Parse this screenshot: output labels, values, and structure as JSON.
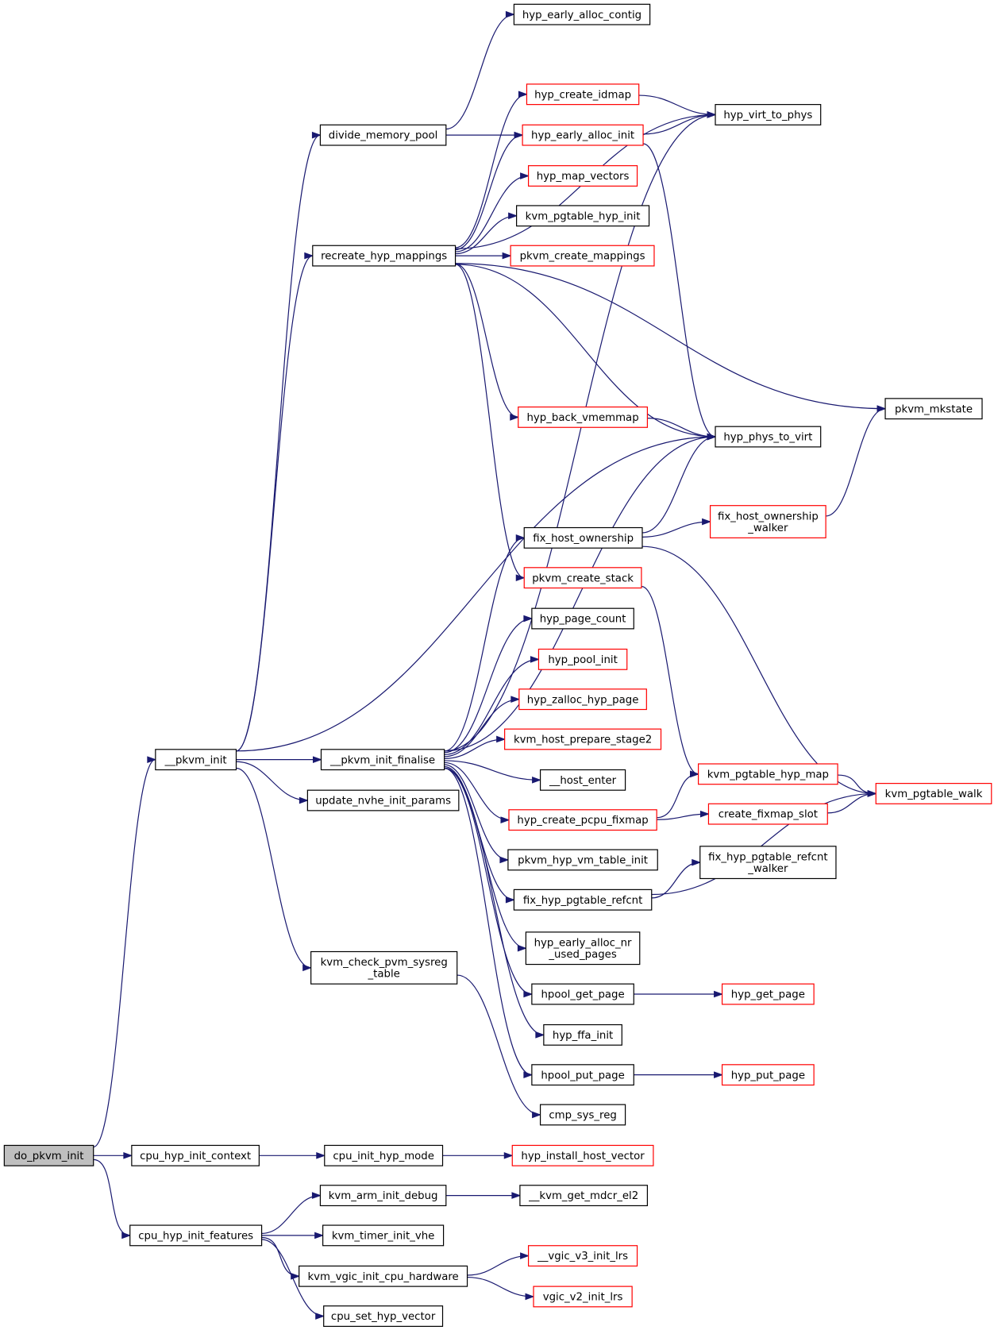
{
  "graph": {
    "nodes": [
      {
        "id": "do_pkvm_init",
        "lines": [
          "do_pkvm_init"
        ],
        "color": "root"
      },
      {
        "id": "cpu_hyp_init_context",
        "lines": [
          "cpu_hyp_init_context"
        ],
        "color": "black"
      },
      {
        "id": "cpu_hyp_init_features",
        "lines": [
          "cpu_hyp_init_features"
        ],
        "color": "black"
      },
      {
        "id": "__pkvm_init",
        "lines": [
          "__pkvm_init"
        ],
        "color": "black"
      },
      {
        "id": "divide_memory_pool",
        "lines": [
          "divide_memory_pool"
        ],
        "color": "black"
      },
      {
        "id": "recreate_hyp_mappings",
        "lines": [
          "recreate_hyp_mappings"
        ],
        "color": "black"
      },
      {
        "id": "__pkvm_init_finalise",
        "lines": [
          "__pkvm_init_finalise"
        ],
        "color": "black"
      },
      {
        "id": "update_nvhe_init_params",
        "lines": [
          "update_nvhe_init_params"
        ],
        "color": "black"
      },
      {
        "id": "kvm_check_pvm_sysreg_table",
        "lines": [
          "kvm_check_pvm_sysreg",
          "_table"
        ],
        "color": "black"
      },
      {
        "id": "cpu_init_hyp_mode",
        "lines": [
          "cpu_init_hyp_mode"
        ],
        "color": "black"
      },
      {
        "id": "kvm_arm_init_debug",
        "lines": [
          "kvm_arm_init_debug"
        ],
        "color": "black"
      },
      {
        "id": "kvm_timer_init_vhe",
        "lines": [
          "kvm_timer_init_vhe"
        ],
        "color": "black"
      },
      {
        "id": "kvm_vgic_init_cpu_hardware",
        "lines": [
          "kvm_vgic_init_cpu_hardware"
        ],
        "color": "black"
      },
      {
        "id": "cpu_set_hyp_vector",
        "lines": [
          "cpu_set_hyp_vector"
        ],
        "color": "black"
      },
      {
        "id": "hyp_early_alloc_contig",
        "lines": [
          "hyp_early_alloc_contig"
        ],
        "color": "black"
      },
      {
        "id": "hyp_create_idmap",
        "lines": [
          "hyp_create_idmap"
        ],
        "color": "red"
      },
      {
        "id": "hyp_early_alloc_init",
        "lines": [
          "hyp_early_alloc_init"
        ],
        "color": "red"
      },
      {
        "id": "hyp_map_vectors",
        "lines": [
          "hyp_map_vectors"
        ],
        "color": "red"
      },
      {
        "id": "kvm_pgtable_hyp_init",
        "lines": [
          "kvm_pgtable_hyp_init"
        ],
        "color": "black"
      },
      {
        "id": "pkvm_create_mappings",
        "lines": [
          "pkvm_create_mappings"
        ],
        "color": "red"
      },
      {
        "id": "hyp_back_vmemmap",
        "lines": [
          "hyp_back_vmemmap"
        ],
        "color": "red"
      },
      {
        "id": "fix_host_ownership",
        "lines": [
          "fix_host_ownership"
        ],
        "color": "black"
      },
      {
        "id": "pkvm_create_stack",
        "lines": [
          "pkvm_create_stack"
        ],
        "color": "red"
      },
      {
        "id": "hyp_page_count",
        "lines": [
          "hyp_page_count"
        ],
        "color": "black"
      },
      {
        "id": "hyp_pool_init",
        "lines": [
          "hyp_pool_init"
        ],
        "color": "red"
      },
      {
        "id": "hyp_zalloc_hyp_page",
        "lines": [
          "hyp_zalloc_hyp_page"
        ],
        "color": "red"
      },
      {
        "id": "kvm_host_prepare_stage2",
        "lines": [
          "kvm_host_prepare_stage2"
        ],
        "color": "red"
      },
      {
        "id": "__host_enter",
        "lines": [
          "__host_enter"
        ],
        "color": "black"
      },
      {
        "id": "hyp_create_pcpu_fixmap",
        "lines": [
          "hyp_create_pcpu_fixmap"
        ],
        "color": "red"
      },
      {
        "id": "pkvm_hyp_vm_table_init",
        "lines": [
          "pkvm_hyp_vm_table_init"
        ],
        "color": "black"
      },
      {
        "id": "fix_hyp_pgtable_refcnt",
        "lines": [
          "fix_hyp_pgtable_refcnt"
        ],
        "color": "black"
      },
      {
        "id": "hyp_early_alloc_nr_used_pages",
        "lines": [
          "hyp_early_alloc_nr",
          "_used_pages"
        ],
        "color": "black"
      },
      {
        "id": "hpool_get_page",
        "lines": [
          "hpool_get_page"
        ],
        "color": "black"
      },
      {
        "id": "hyp_ffa_init",
        "lines": [
          "hyp_ffa_init"
        ],
        "color": "black"
      },
      {
        "id": "hpool_put_page",
        "lines": [
          "hpool_put_page"
        ],
        "color": "black"
      },
      {
        "id": "cmp_sys_reg",
        "lines": [
          "cmp_sys_reg"
        ],
        "color": "black"
      },
      {
        "id": "hyp_install_host_vector",
        "lines": [
          "hyp_install_host_vector"
        ],
        "color": "red"
      },
      {
        "id": "__kvm_get_mdcr_el2",
        "lines": [
          "__kvm_get_mdcr_el2"
        ],
        "color": "black"
      },
      {
        "id": "__vgic_v3_init_lrs",
        "lines": [
          "__vgic_v3_init_lrs"
        ],
        "color": "red"
      },
      {
        "id": "vgic_v2_init_lrs",
        "lines": [
          "vgic_v2_init_lrs"
        ],
        "color": "red"
      },
      {
        "id": "hyp_virt_to_phys",
        "lines": [
          "hyp_virt_to_phys"
        ],
        "color": "black"
      },
      {
        "id": "hyp_phys_to_virt",
        "lines": [
          "hyp_phys_to_virt"
        ],
        "color": "black"
      },
      {
        "id": "fix_host_ownership_walker",
        "lines": [
          "fix_host_ownership",
          "_walker"
        ],
        "color": "red"
      },
      {
        "id": "kvm_pgtable_hyp_map",
        "lines": [
          "kvm_pgtable_hyp_map"
        ],
        "color": "red"
      },
      {
        "id": "create_fixmap_slot",
        "lines": [
          "create_fixmap_slot"
        ],
        "color": "red"
      },
      {
        "id": "fix_hyp_pgtable_refcnt_walker",
        "lines": [
          "fix_hyp_pgtable_refcnt",
          "_walker"
        ],
        "color": "black"
      },
      {
        "id": "hyp_get_page",
        "lines": [
          "hyp_get_page"
        ],
        "color": "red"
      },
      {
        "id": "hyp_put_page",
        "lines": [
          "hyp_put_page"
        ],
        "color": "red"
      },
      {
        "id": "pkvm_mkstate",
        "lines": [
          "pkvm_mkstate"
        ],
        "color": "black"
      },
      {
        "id": "kvm_pgtable_walk",
        "lines": [
          "kvm_pgtable_walk"
        ],
        "color": "red"
      }
    ],
    "edges": [
      [
        "do_pkvm_init",
        "__pkvm_init"
      ],
      [
        "do_pkvm_init",
        "cpu_hyp_init_context"
      ],
      [
        "do_pkvm_init",
        "cpu_hyp_init_features"
      ],
      [
        "cpu_hyp_init_context",
        "cpu_init_hyp_mode"
      ],
      [
        "cpu_init_hyp_mode",
        "hyp_install_host_vector"
      ],
      [
        "cpu_hyp_init_features",
        "kvm_arm_init_debug"
      ],
      [
        "cpu_hyp_init_features",
        "kvm_timer_init_vhe"
      ],
      [
        "cpu_hyp_init_features",
        "kvm_vgic_init_cpu_hardware"
      ],
      [
        "cpu_hyp_init_features",
        "cpu_set_hyp_vector"
      ],
      [
        "kvm_arm_init_debug",
        "__kvm_get_mdcr_el2"
      ],
      [
        "kvm_vgic_init_cpu_hardware",
        "__vgic_v3_init_lrs"
      ],
      [
        "kvm_vgic_init_cpu_hardware",
        "vgic_v2_init_lrs"
      ],
      [
        "__pkvm_init",
        "divide_memory_pool"
      ],
      [
        "__pkvm_init",
        "recreate_hyp_mappings"
      ],
      [
        "__pkvm_init",
        "__pkvm_init_finalise"
      ],
      [
        "__pkvm_init",
        "update_nvhe_init_params"
      ],
      [
        "__pkvm_init",
        "kvm_check_pvm_sysreg_table"
      ],
      [
        "__pkvm_init",
        "hyp_phys_to_virt"
      ],
      [
        "divide_memory_pool",
        "hyp_early_alloc_contig"
      ],
      [
        "divide_memory_pool",
        "hyp_early_alloc_init"
      ],
      [
        "recreate_hyp_mappings",
        "hyp_virt_to_phys"
      ],
      [
        "recreate_hyp_mappings",
        "hyp_create_idmap"
      ],
      [
        "recreate_hyp_mappings",
        "hyp_early_alloc_init"
      ],
      [
        "recreate_hyp_mappings",
        "hyp_map_vectors"
      ],
      [
        "recreate_hyp_mappings",
        "kvm_pgtable_hyp_init"
      ],
      [
        "recreate_hyp_mappings",
        "pkvm_create_mappings"
      ],
      [
        "recreate_hyp_mappings",
        "pkvm_mkstate"
      ],
      [
        "recreate_hyp_mappings",
        "hyp_back_vmemmap"
      ],
      [
        "recreate_hyp_mappings",
        "hyp_phys_to_virt"
      ],
      [
        "recreate_hyp_mappings",
        "pkvm_create_stack"
      ],
      [
        "hyp_create_idmap",
        "hyp_virt_to_phys"
      ],
      [
        "hyp_early_alloc_init",
        "hyp_virt_to_phys"
      ],
      [
        "hyp_early_alloc_init",
        "hyp_phys_to_virt"
      ],
      [
        "hyp_back_vmemmap",
        "hyp_phys_to_virt"
      ],
      [
        "__pkvm_init_finalise",
        "hyp_virt_to_phys"
      ],
      [
        "__pkvm_init_finalise",
        "hyp_phys_to_virt"
      ],
      [
        "__pkvm_init_finalise",
        "fix_host_ownership"
      ],
      [
        "__pkvm_init_finalise",
        "hyp_page_count"
      ],
      [
        "__pkvm_init_finalise",
        "hyp_pool_init"
      ],
      [
        "__pkvm_init_finalise",
        "hyp_zalloc_hyp_page"
      ],
      [
        "__pkvm_init_finalise",
        "kvm_host_prepare_stage2"
      ],
      [
        "__pkvm_init_finalise",
        "__host_enter"
      ],
      [
        "__pkvm_init_finalise",
        "hyp_create_pcpu_fixmap"
      ],
      [
        "__pkvm_init_finalise",
        "pkvm_hyp_vm_table_init"
      ],
      [
        "__pkvm_init_finalise",
        "fix_hyp_pgtable_refcnt"
      ],
      [
        "__pkvm_init_finalise",
        "hyp_early_alloc_nr_used_pages"
      ],
      [
        "__pkvm_init_finalise",
        "hpool_get_page"
      ],
      [
        "__pkvm_init_finalise",
        "hyp_ffa_init"
      ],
      [
        "__pkvm_init_finalise",
        "hpool_put_page"
      ],
      [
        "fix_host_ownership",
        "hyp_phys_to_virt"
      ],
      [
        "fix_host_ownership",
        "fix_host_ownership_walker"
      ],
      [
        "fix_host_ownership",
        "kvm_pgtable_walk"
      ],
      [
        "fix_host_ownership_walker",
        "pkvm_mkstate"
      ],
      [
        "pkvm_create_stack",
        "kvm_pgtable_hyp_map"
      ],
      [
        "hyp_create_pcpu_fixmap",
        "kvm_pgtable_hyp_map"
      ],
      [
        "hyp_create_pcpu_fixmap",
        "create_fixmap_slot"
      ],
      [
        "kvm_pgtable_hyp_map",
        "kvm_pgtable_walk"
      ],
      [
        "create_fixmap_slot",
        "kvm_pgtable_walk"
      ],
      [
        "fix_hyp_pgtable_refcnt",
        "fix_hyp_pgtable_refcnt_walker"
      ],
      [
        "fix_hyp_pgtable_refcnt",
        "kvm_pgtable_walk"
      ],
      [
        "hpool_get_page",
        "hyp_get_page"
      ],
      [
        "hpool_put_page",
        "hyp_put_page"
      ],
      [
        "kvm_check_pvm_sysreg_table",
        "cmp_sys_reg"
      ]
    ],
    "colors": {
      "edge": "#191970",
      "red_border": "#ff0000",
      "black_border": "#000000",
      "root_fill": "#bfbfbf"
    }
  }
}
